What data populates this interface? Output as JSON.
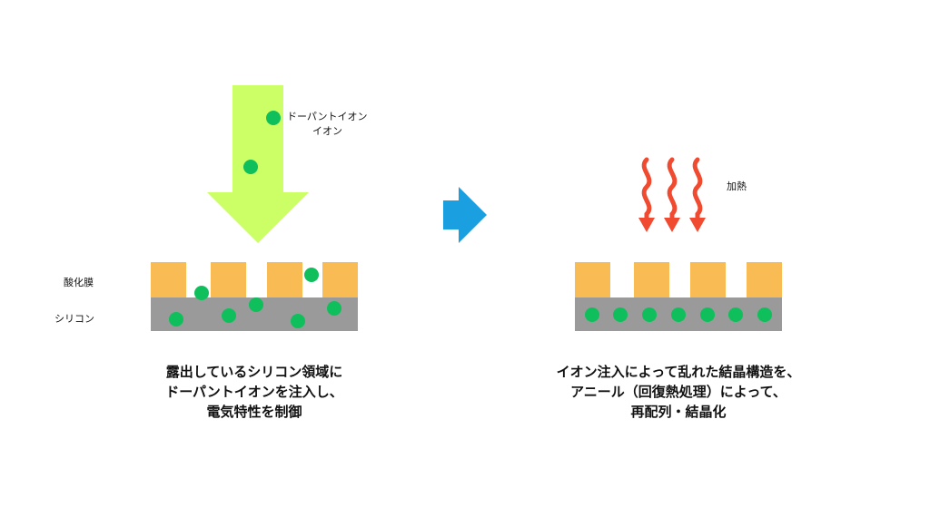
{
  "labels": {
    "dopant_line1": "ドーパントイオン",
    "dopant_line2": "イオン",
    "oxide": "酸化膜",
    "silicon": "シリコン",
    "heat": "加熱"
  },
  "captions": {
    "left": [
      "露出しているシリコン領域に",
      "ドーパントイオンを注入し、",
      "電気特性を制御"
    ],
    "right": [
      "イオン注入によって乱れた結晶構造を、",
      "アニール（回復熱処理）によって、",
      "再配列・結晶化"
    ]
  },
  "colors": {
    "arrow_fill": "#ccff66",
    "oxide": "#f9bc55",
    "silicon": "#9a9a9a",
    "ion": "#0fbf5c",
    "step_arrow": "#1a9fe0",
    "heat": "#f04a30"
  },
  "icons": {
    "step": "right-arrow-icon",
    "heat": "heat-wave-icon"
  }
}
